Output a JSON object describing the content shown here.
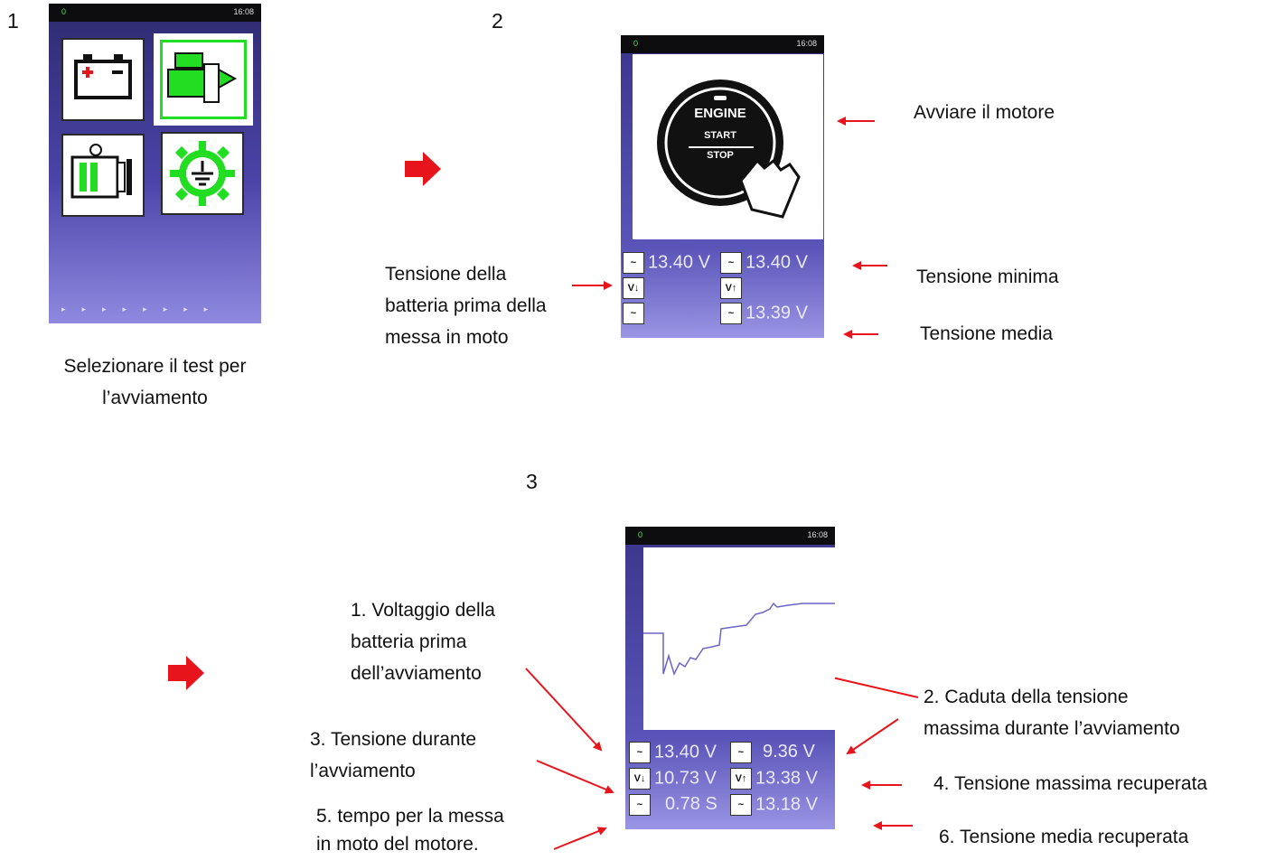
{
  "step_numbers": [
    "1",
    "2",
    "3"
  ],
  "step1": {
    "caption_line1": "Selezionare il test per",
    "caption_line2": "l’avviamento",
    "status": {
      "left": "0",
      "time": "16:08"
    }
  },
  "step2": {
    "status": {
      "left": "0",
      "time": "16:08"
    },
    "engine_button": {
      "line1": "ENGINE",
      "line2": "START",
      "line3": "STOP"
    },
    "readings": {
      "v_before": "13.40 V",
      "v_min": "13.40 V",
      "v_avg": "13.39 V"
    },
    "annotations": {
      "start_engine": "Avviare il motore",
      "battery_before_1": "Tensione della",
      "battery_before_2": "batteria prima della",
      "battery_before_3": "messa in moto",
      "min_voltage": "Tensione minima",
      "avg_voltage": "Tensione media"
    }
  },
  "step3": {
    "status": {
      "left": "0",
      "time": "16:08"
    },
    "readings": {
      "v_before": "13.40 V",
      "v_drop": "9.36 V",
      "v_during": "10.73 V",
      "v_max_recovered": "13.38 V",
      "crank_time": "0.78 S",
      "v_avg_recovered": "13.18 V"
    },
    "annotations": {
      "a1_line1": "1. Voltaggio della",
      "a1_line2": "batteria prima",
      "a1_line3": "dell’avviamento",
      "a2_line1": "2. Caduta della tensione",
      "a2_line2": "massima durante l’avviamento",
      "a3_line1": "3. Tensione durante",
      "a3_line2": "l’avviamento",
      "a4": "4. Tensione massima recuperata",
      "a5_line1": "5. tempo per la messa",
      "a5_line2": "in moto del motore.",
      "a6": "6. Tensione media recuperata"
    }
  },
  "colors": {
    "accent_red": "#e8141c",
    "screen_purple": "#6a64c8",
    "icon_green": "#22dd22"
  }
}
